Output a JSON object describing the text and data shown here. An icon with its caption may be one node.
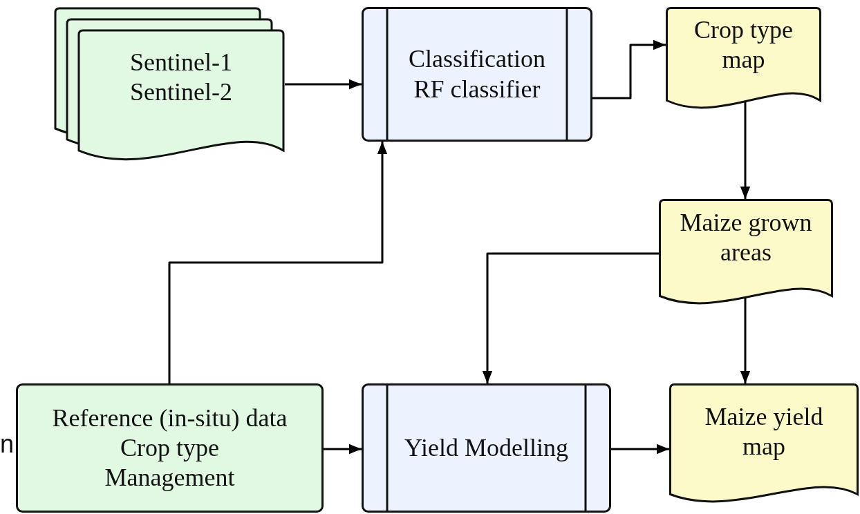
{
  "diagram": {
    "nodes": [
      {
        "text": [
          "Sentinel-1",
          "Sentinel-2"
        ]
      },
      {
        "text": [
          "Classification",
          "RF classifier"
        ]
      },
      {
        "text": [
          "Crop type map"
        ]
      },
      {
        "text": [
          "Maize grown areas"
        ]
      },
      {
        "text": [
          "Reference (in-situ) data",
          "Crop type",
          "Management"
        ]
      },
      {
        "text": [
          "Yield Modelling"
        ]
      },
      {
        "text": [
          "Maize yield map"
        ]
      }
    ],
    "edges": [
      {
        "from": 0,
        "to": 1,
        "arrow": "to"
      },
      {
        "from": 1,
        "to": 2,
        "arrow": "to"
      },
      {
        "from": 2,
        "to": 3,
        "arrow": "to"
      },
      {
        "from": 4,
        "to": 1,
        "arrow": "to"
      },
      {
        "from": 3,
        "to": 5,
        "arrow": "to"
      },
      {
        "from": 3,
        "to": 6,
        "arrow": "to"
      },
      {
        "from": 4,
        "to": 5,
        "arrow": "to"
      },
      {
        "from": 5,
        "to": 6,
        "arrow": "to"
      }
    ],
    "labels": [
      "n"
    ]
  }
}
